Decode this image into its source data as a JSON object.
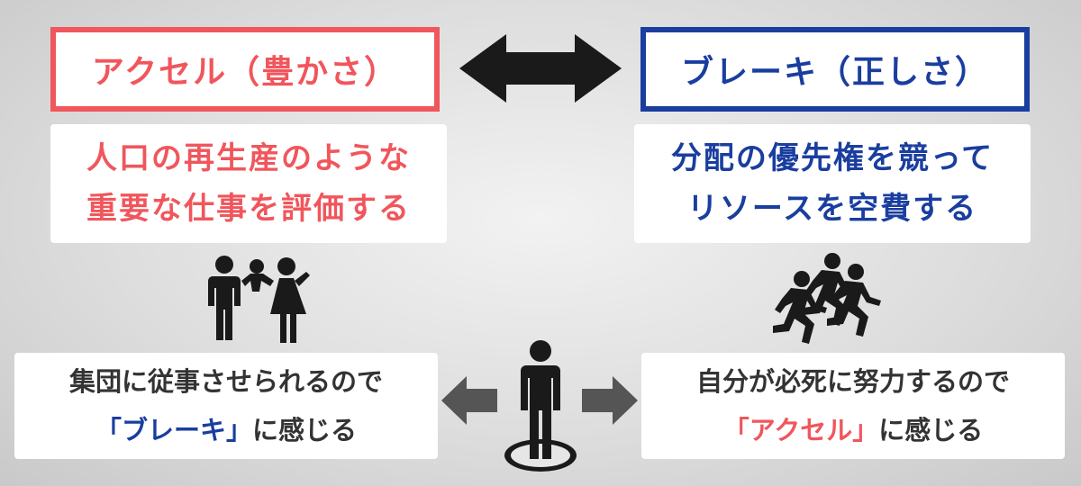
{
  "left_header": "アクセル（豊かさ）",
  "right_header": "ブレーキ（正しさ）",
  "left_card": {
    "line1": "人口の再生産のような",
    "line2": "重要な仕事を評価する"
  },
  "right_card": {
    "line1": "分配の優先権を競って",
    "line2": "リソースを空費する"
  },
  "bottom_left": {
    "line1": "集団に従事させられるので",
    "line2_quote": "「ブレーキ」",
    "line2_rest": "に感じる"
  },
  "bottom_right": {
    "line1": "自分が必死に努力するので",
    "line2_quote": "「アクセル」",
    "line2_rest": "に感じる"
  },
  "icons": {
    "top_arrow": "double-headed-arrow-icon",
    "family": "family-icon",
    "runners": "runners-icon",
    "person": "standing-person-icon",
    "left_arrow": "arrow-left-icon",
    "right_arrow": "arrow-right-icon"
  },
  "colors": {
    "accel": "#f0565c",
    "brake": "#1a3e9f",
    "icon": "#1a1a1a",
    "arrow_gray": "#555555"
  }
}
